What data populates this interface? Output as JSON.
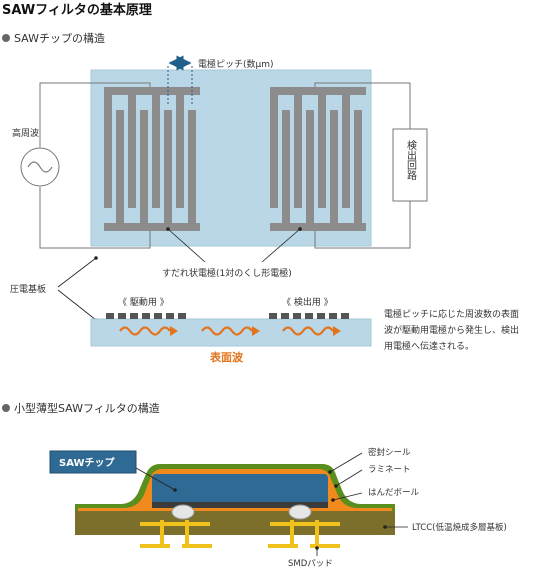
{
  "title": "SAWフィルタの基本原理",
  "section1": {
    "heading": "SAWチップの構造",
    "pitch_label": "電極ピッチ(数μm)",
    "source_label": "高周波",
    "detector_label": "検出回路",
    "idt_label": "すだれ状電極(1対のくし形電極)",
    "substrate_label": "圧電基板",
    "drive_label": "《 駆動用 》",
    "detect_label": "《 検出用 》",
    "wave_label": "表面波",
    "note_lines": [
      "電極ピッチに応じた周波数の表面",
      "波が駆動用電極から発生し、検出",
      "用電極へ伝達される。"
    ]
  },
  "section2": {
    "heading": "小型薄型SAWフィルタの構造",
    "chip_label": "SAWチップ",
    "seal_label": "密封シール",
    "laminate_label": "ラミネート",
    "ball_label": "はんだボール",
    "ltcc_label": "LTCC(低温焼成多層基板)",
    "smd_label": "SMDパッド"
  },
  "colors": {
    "substrate": "#b9d7e6",
    "electrode": "#8c8c8c",
    "wave": "#e3741c",
    "pitch_arrow": "#1f5f8b",
    "chip": "#2e6a93",
    "seal": "#5a8f1e",
    "laminate": "#f08a1c",
    "ltcc": "#7c6f2c",
    "pad": "#f1c21b"
  }
}
